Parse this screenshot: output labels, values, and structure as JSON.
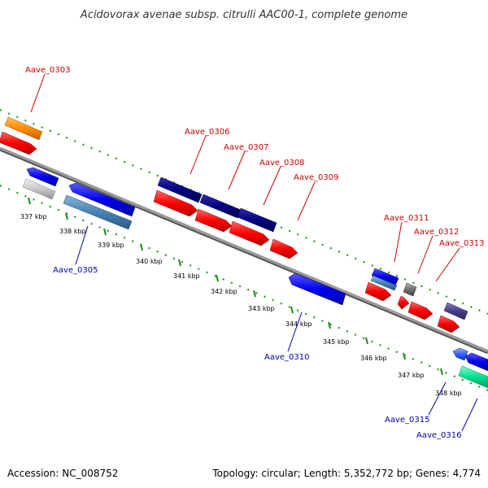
{
  "title": "Acidovorax avenae subsp. citrulli AAC00-1, complete genome",
  "accession": "Accession: NC_008752",
  "topology": "Topology: circular; Length: 5,352,772 bp; Genes: 4,774",
  "ticks": [
    "337 kbp",
    "338 kbp",
    "339 kbp",
    "340 kbp",
    "341 kbp",
    "342 kbp",
    "343 kbp",
    "344 kbp",
    "345 kbp",
    "346 kbp",
    "347 kbp",
    "348 kbp"
  ],
  "gene_labels": {
    "aave_0303": "Aave_0303",
    "aave_0305": "Aave_0305",
    "aave_0306": "Aave_0306",
    "aave_0307": "Aave_0307",
    "aave_0308": "Aave_0308",
    "aave_0309": "Aave_0309",
    "aave_0310": "Aave_0310",
    "aave_0311": "Aave_0311",
    "aave_0312": "Aave_0312",
    "aave_0313": "Aave_0313",
    "aave_0315": "Aave_0315",
    "aave_0316": "Aave_0316"
  },
  "colors": {
    "backbone": "#808080",
    "dotted_guide": "#1a8a1a",
    "label_forward": "#cc0000",
    "label_reverse": "#0000aa",
    "red_gene": "#ff0000",
    "blue_gene": "#0000ee",
    "navy_gene": "#000080",
    "steelblue_gene": "#4682b4",
    "orange_gene": "#ff8c00",
    "grey_gene": "#c8c8c8",
    "darkslate_gene": "#483d8b",
    "green_gene": "#00e090"
  }
}
